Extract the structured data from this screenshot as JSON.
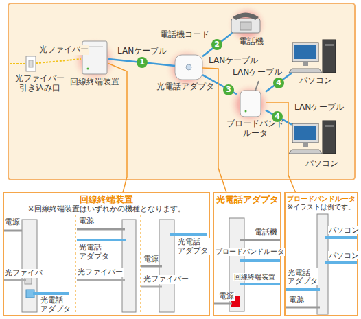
{
  "diagram": {
    "nodes": [
      {
        "text": [
          "光ファイバー 引き込み口"
        ]
      },
      {
        "text": [
          "回線終端装置"
        ]
      },
      {
        "text": [
          "光電話アダプタ"
        ]
      },
      {
        "text": [
          "電話機"
        ]
      },
      {
        "text": [
          "ブロードバンド ルータ"
        ]
      },
      {
        "text": [
          "パソコン"
        ]
      },
      {
        "text": [
          "パソコン"
        ]
      },
      {
        "text": [
          "回線終端装置",
          "※回線終端装置はいずれかの機種となります。"
        ]
      },
      {
        "text": [
          "光電話アダプタ"
        ]
      },
      {
        "text": [
          "ブロードバンドルータ",
          "※イラストは例です。"
        ]
      }
    ],
    "edges": [
      {
        "from": 0,
        "to": 1,
        "arrow": "none"
      },
      {
        "from": 1,
        "to": 2,
        "label": "LANケーブル",
        "arrow": "none"
      },
      {
        "from": 2,
        "to": 3,
        "label": "電話機コード",
        "arrow": "none"
      },
      {
        "from": 2,
        "to": 4,
        "label": "LANケーブル",
        "arrow": "none"
      },
      {
        "from": 4,
        "to": 5,
        "label": "LANケーブル",
        "arrow": "none"
      },
      {
        "from": 4,
        "to": 6,
        "label": "LANケーブル",
        "arrow": "none"
      },
      {
        "from": 1,
        "to": 7,
        "arrow": "none"
      },
      {
        "from": 2,
        "to": 8,
        "arrow": "none"
      },
      {
        "from": 4,
        "to": 9,
        "arrow": "none"
      }
    ],
    "labels": [
      "光ファイバー",
      "1",
      "2",
      "3",
      "4",
      "4",
      "電源",
      "光ファイバ",
      "光電話 アダプタ",
      "電源",
      "光電話 アダプタ",
      "光ファイバー",
      "光電話 アダプタ",
      "電源",
      "光ファイバー",
      "電話機",
      "ブロードバンドルータ",
      "回線終端装置",
      "電源",
      "パソコン",
      "パソコン",
      "光電話 アダプタ",
      "電源"
    ]
  }
}
